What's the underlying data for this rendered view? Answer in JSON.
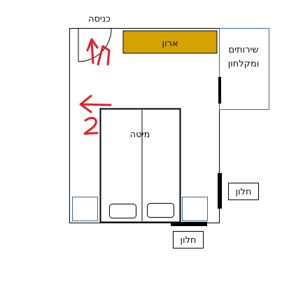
{
  "labels": {
    "entrance": "כניסה",
    "wardrobe": "ארון",
    "bath_line1": "שירותים",
    "bath_line2": "ומקלחון",
    "bed": "מיטה",
    "window_right": "חלון",
    "window_bottom": "חלון"
  },
  "annotations": {
    "number_2": "2"
  },
  "colors": {
    "wardrobe": "#d4a300",
    "annotation": "#e0202a",
    "blue_outline": "#3b6a8f",
    "wall": "#000000"
  }
}
